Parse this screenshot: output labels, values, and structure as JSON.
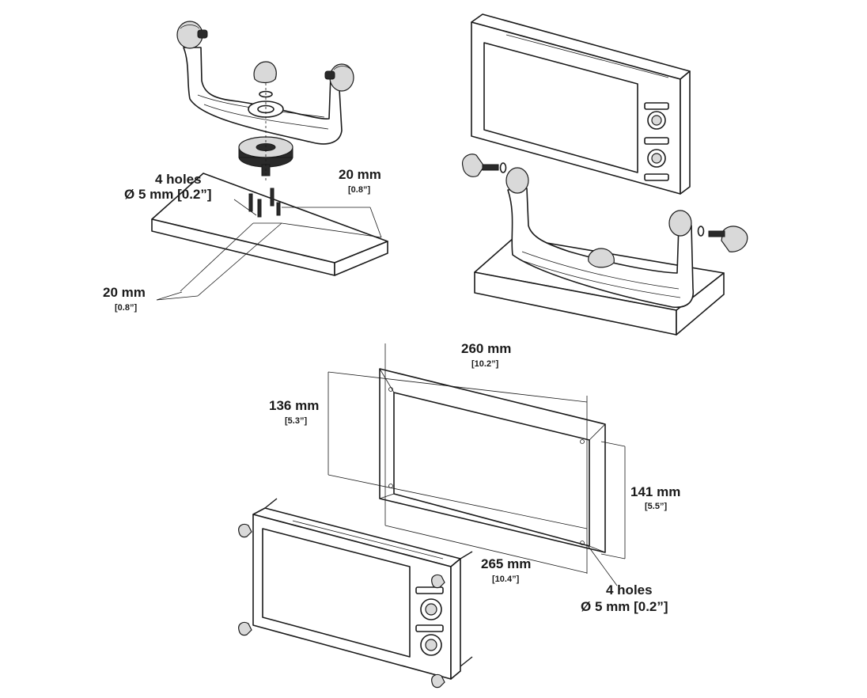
{
  "surface_mount": {
    "holes_label": "4 holes",
    "holes_size": "Ø 5 mm [0.2”]",
    "dim_right_mm": "20 mm",
    "dim_right_in": "[0.8”]",
    "dim_left_mm": "20 mm",
    "dim_left_in": "[0.8”]"
  },
  "flush_mount": {
    "width_outer_mm": "260 mm",
    "width_outer_in": "[10.2”]",
    "height_left_mm": "136 mm",
    "height_left_in": "[5.3”]",
    "height_right_mm": "141 mm",
    "height_right_in": "[5.5”]",
    "width_bottom_mm": "265 mm",
    "width_bottom_in": "[10.4”]",
    "holes_label": "4 holes",
    "holes_size": "Ø 5 mm [0.2”]"
  }
}
